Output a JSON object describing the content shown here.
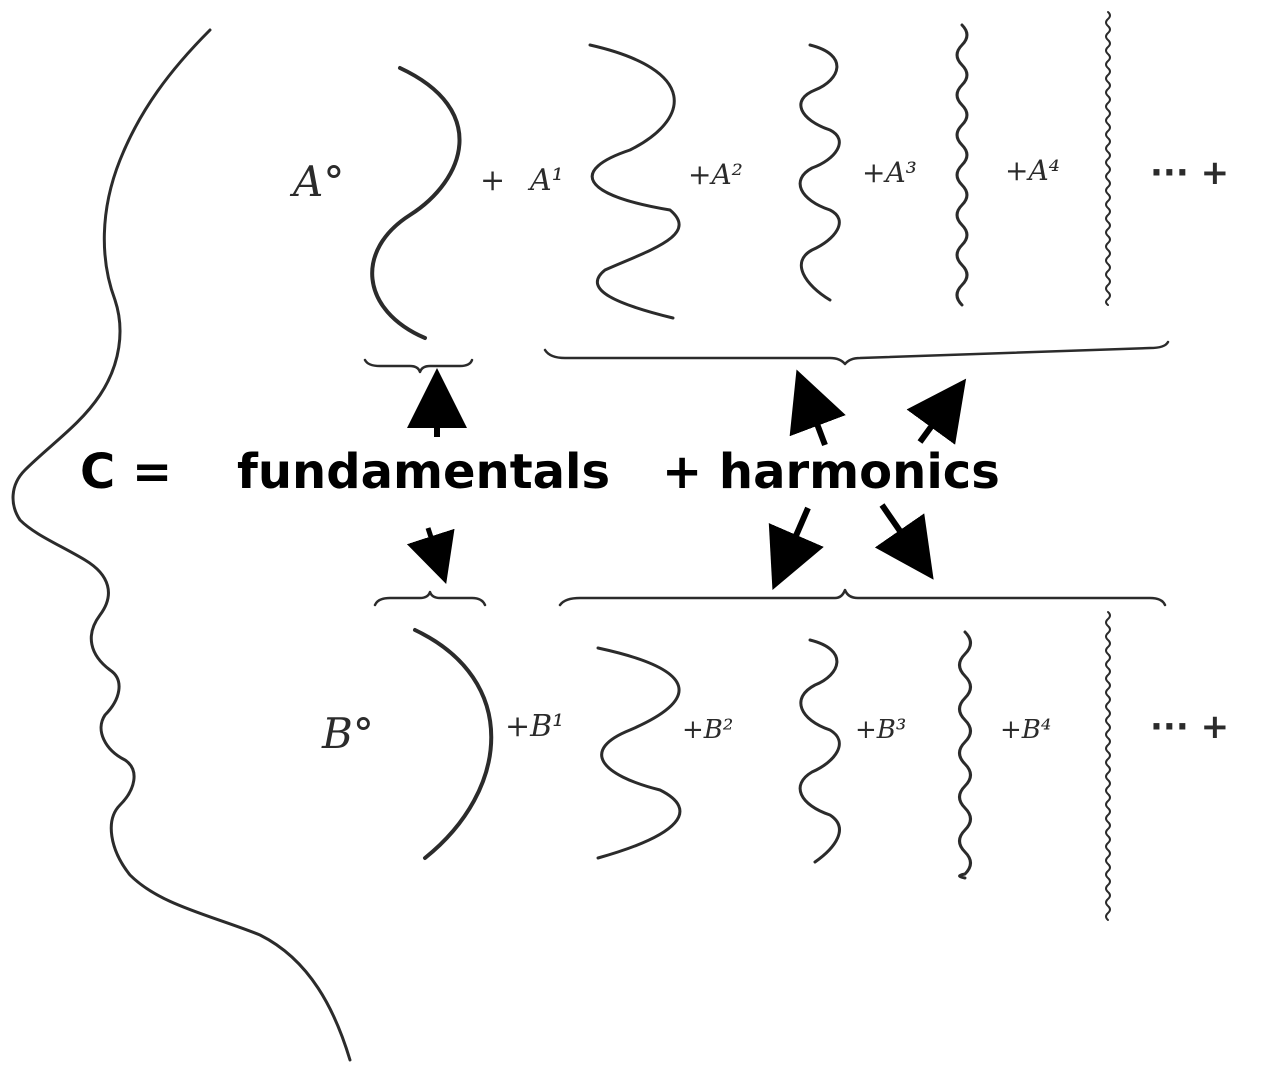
{
  "top_row": {
    "terms": [
      "A°",
      "+",
      "A¹",
      "+A²",
      "+A³",
      "+A⁴"
    ],
    "ellipsis": "··· +"
  },
  "bottom_row": {
    "terms": [
      "B°",
      "+B¹",
      "+B²",
      "+B³",
      "+B⁴"
    ],
    "ellipsis": "··· +"
  },
  "equation": {
    "lhs": "C =",
    "fundamentals": "fundamentals",
    "harmonics": "+ harmonics"
  },
  "colors": {
    "ink": "#2b2b2b",
    "equation_text": "#000000",
    "background": "#ffffff"
  }
}
